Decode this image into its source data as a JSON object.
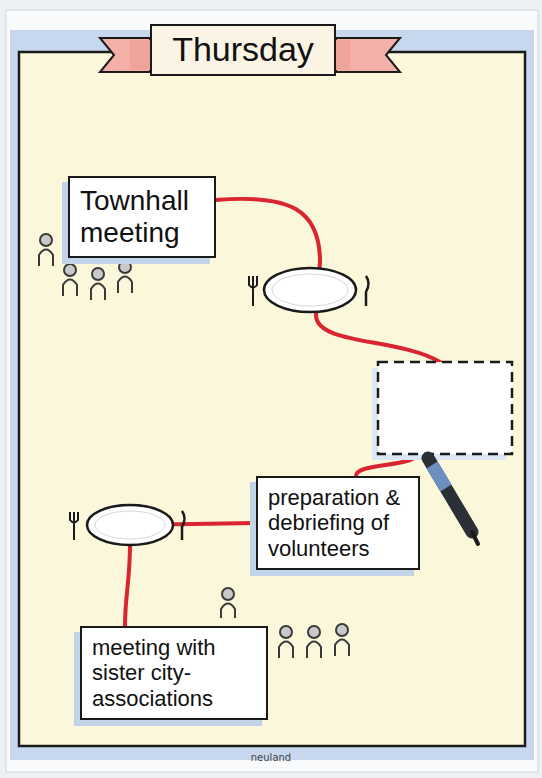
{
  "diagram": {
    "title": "Thursday",
    "nodes": [
      {
        "text": [
          "Townhall meeting"
        ]
      },
      {
        "text": [
          "preparation & debriefing of volunteers"
        ]
      },
      {
        "text": [
          "meeting with sister city-associations"
        ]
      }
    ],
    "edges": [
      {
        "from": 0,
        "to": 1,
        "arrow": "none"
      },
      {
        "from": 1,
        "to": 2,
        "arrow": "none"
      }
    ],
    "labels": [
      "neuland"
    ]
  }
}
